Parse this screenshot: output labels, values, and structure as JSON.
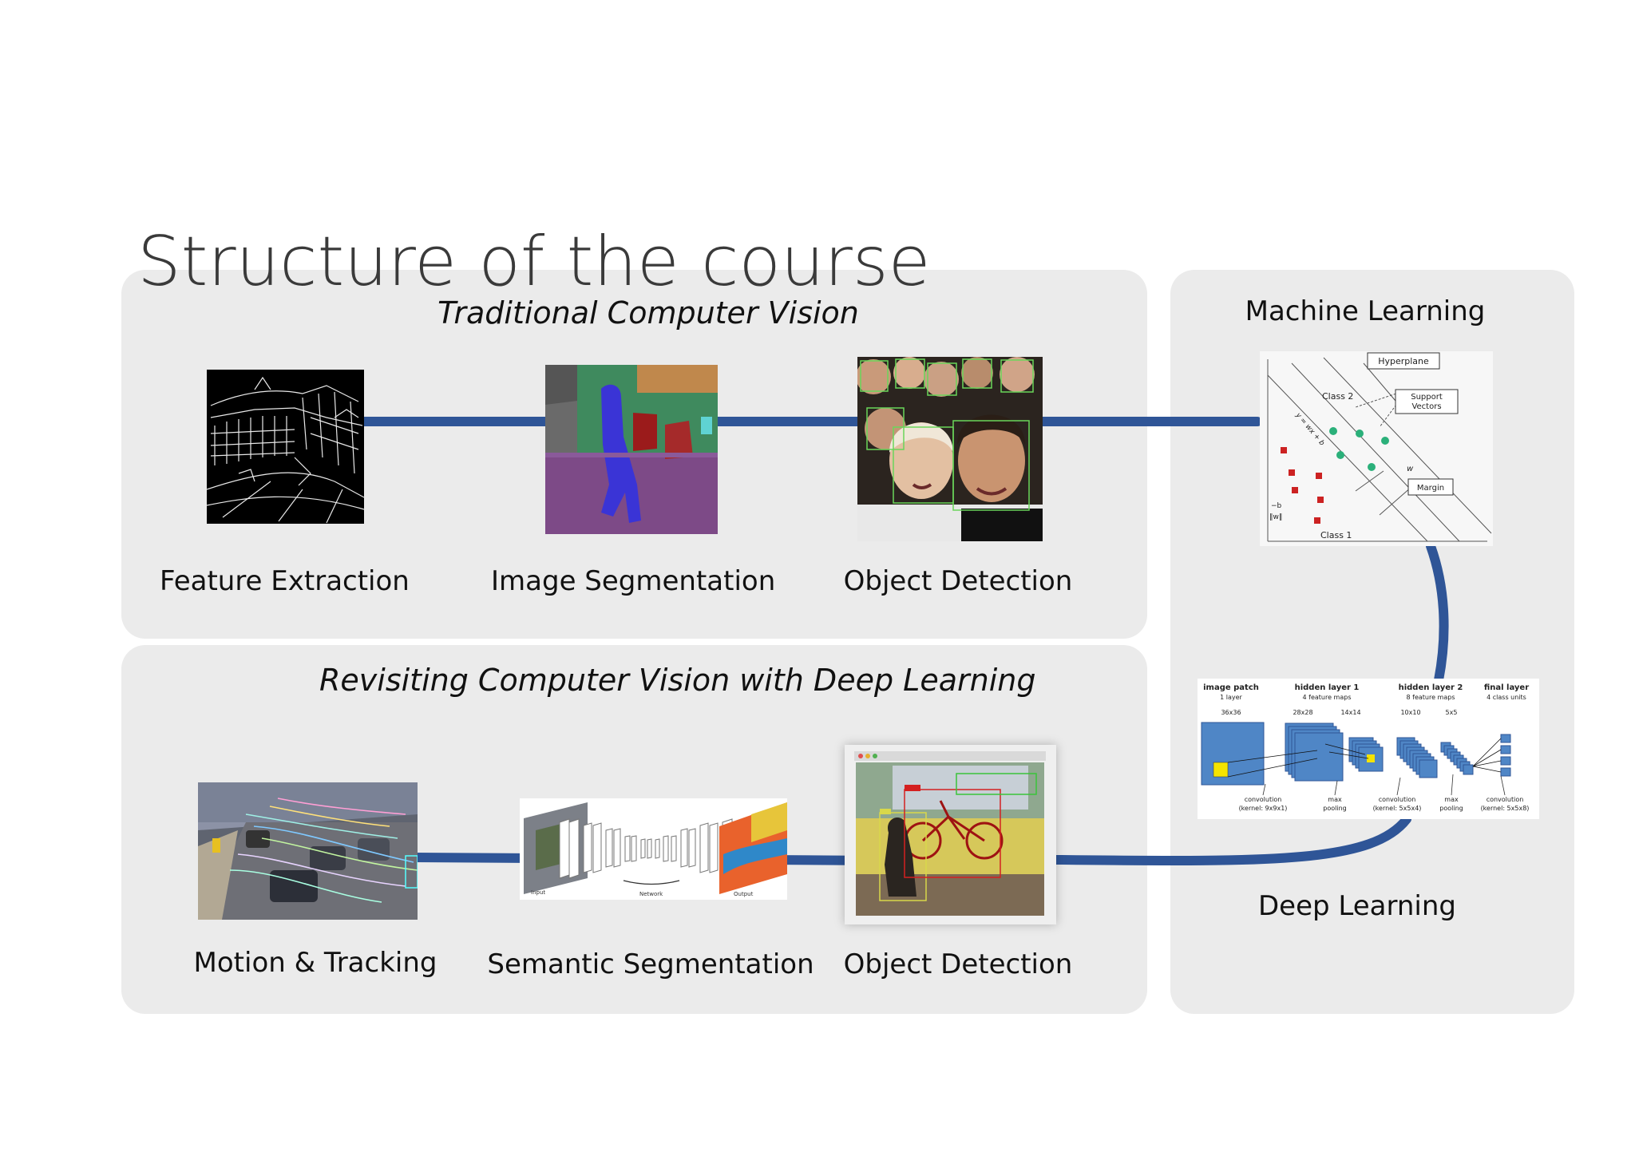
{
  "slide": {
    "title": "Structure of the course",
    "colors": {
      "panel": "#ebebeb",
      "connector": "#2f5597",
      "title": "#3a3a3a",
      "text": "#111111"
    }
  },
  "traditional": {
    "heading": "Traditional Computer Vision",
    "items": [
      {
        "label": "Feature Extraction",
        "icon": "edge-map-image"
      },
      {
        "label": "Image Segmentation",
        "icon": "segmentation-map-image"
      },
      {
        "label": "Object Detection",
        "icon": "face-detection-image"
      }
    ]
  },
  "deep": {
    "heading": "Revisiting Computer Vision with Deep Learning",
    "items": [
      {
        "label": "Motion & Tracking",
        "icon": "traffic-tracking-image"
      },
      {
        "label": "Semantic Segmentation",
        "icon": "encoder-decoder-network-image"
      },
      {
        "label": "Object Detection",
        "icon": "dog-bicycle-detection-image"
      }
    ]
  },
  "ml": {
    "heading": "Machine Learning",
    "figure": {
      "hyperplane": "Hyperplane",
      "class2": "Class 2",
      "support_vectors_1": "Support",
      "support_vectors_2": "Vectors",
      "margin": "Margin",
      "class1": "Class 1",
      "w": "w",
      "eq": "y = wx + b",
      "neg_b": "−b",
      "norm_w": "‖w‖"
    }
  },
  "dl": {
    "heading": "Deep Learning",
    "figure": {
      "col1_title": "image patch",
      "col1_sub": "1 layer",
      "col1_dim": "36x36",
      "col2_title": "hidden layer 1",
      "col2_sub": "4 feature maps",
      "col2_dim_a": "28x28",
      "col2_dim_b": "14x14",
      "col3_title": "hidden layer 2",
      "col3_sub": "8 feature maps",
      "col3_dim_a": "10x10",
      "col3_dim_b": "5x5",
      "col4_title": "final layer",
      "col4_sub": "4 class units",
      "op1_a": "convolution",
      "op1_b": "(kernel: 9x9x1)",
      "op2_a": "max",
      "op2_b": "pooling",
      "op3_a": "convolution",
      "op3_b": "(kernel: 5x5x4)",
      "op4_a": "max",
      "op4_b": "pooling",
      "op5_a": "convolution",
      "op5_b": "(kernel: 5x5x8)"
    }
  },
  "net_fig": {
    "input": "Input",
    "network": "Network",
    "output": "Output"
  }
}
